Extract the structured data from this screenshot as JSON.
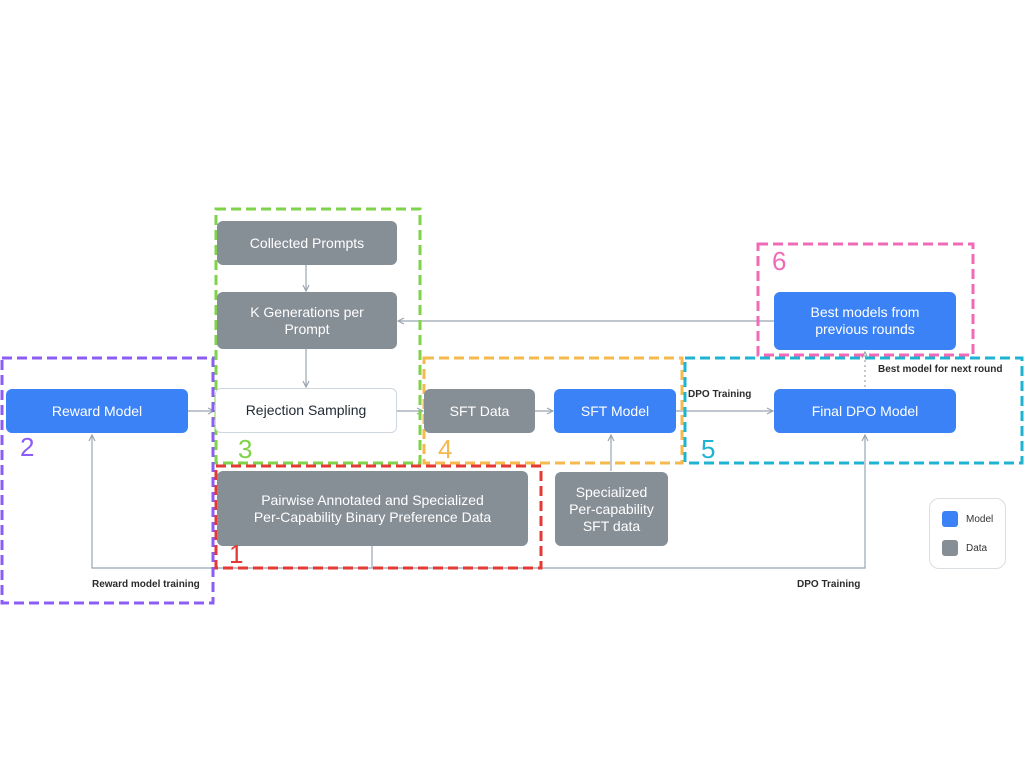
{
  "nodes": {
    "collected_prompts": "Collected Prompts",
    "k_generations": "K Generations per Prompt",
    "rejection_sampling": "Rejection Sampling",
    "reward_model": "Reward Model",
    "sft_data": "SFT Data",
    "sft_model": "SFT Model",
    "final_dpo_model": "Final DPO Model",
    "best_models": "Best models from previous rounds",
    "preference_data": "Pairwise Annotated and Specialized Per-Capability Binary Preference Data",
    "specialized_sft": "Specialized Per-capability SFT data"
  },
  "edge_labels": {
    "reward_model_training": "Reward model training",
    "dpo_training_bottom": "DPO Training",
    "dpo_training_top": "DPO Training",
    "best_model_next_round": "Best model for next round"
  },
  "regions": {
    "r1": "1",
    "r2": "2",
    "r3": "3",
    "r4": "4",
    "r5": "5",
    "r6": "6"
  },
  "legend": {
    "model": "Model",
    "data": "Data"
  },
  "colors": {
    "model": "#3b82f6",
    "data": "#868e96",
    "region1": "#e53935",
    "region2": "#8b5cf6",
    "region3": "#7ed348",
    "region4": "#f6b94e",
    "region5": "#1fb3d2",
    "region6": "#f06ab5"
  }
}
